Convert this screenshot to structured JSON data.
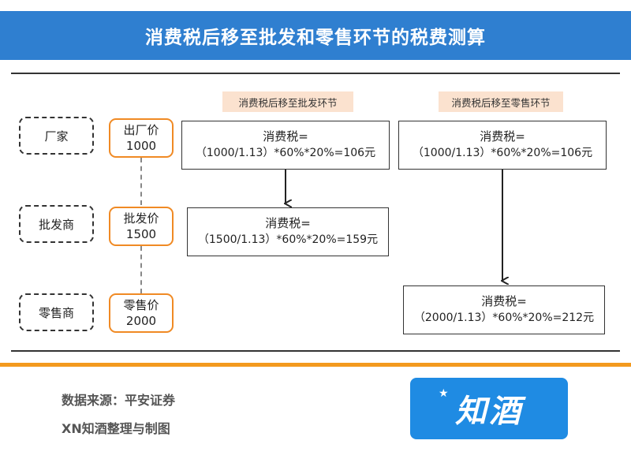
{
  "title": "消费税后移至批发和零售环节的税费测算",
  "levels": [
    {
      "name": "厂家",
      "price_label": "出厂价",
      "price": "1000"
    },
    {
      "name": "批发商",
      "price_label": "批发价",
      "price": "1500"
    },
    {
      "name": "零售商",
      "price_label": "零售价",
      "price": "2000"
    }
  ],
  "scenario_wholesale": {
    "tag": "消费税后移至批发环节",
    "box1": {
      "label": "消费税=",
      "formula": "（1000/1.13）*60%*20%=106元"
    },
    "box2": {
      "label": "消费税=",
      "formula": "（1500/1.13）*60%*20%=159元"
    }
  },
  "scenario_retail": {
    "tag": "消费税后移至零售环节",
    "box1": {
      "label": "消费税=",
      "formula": "（1000/1.13）*60%*20%=106元"
    },
    "box2": {
      "label": "消费税=",
      "formula": "（2000/1.13）*60%*20%=212元"
    }
  },
  "footer": {
    "source": "数据来源：平安证券",
    "credit": "XN知酒整理与制图",
    "logo_text": "知酒"
  },
  "colors": {
    "banner": "#2f7fd0",
    "accent": "#f39a1e",
    "logo": "#1f8be3"
  }
}
